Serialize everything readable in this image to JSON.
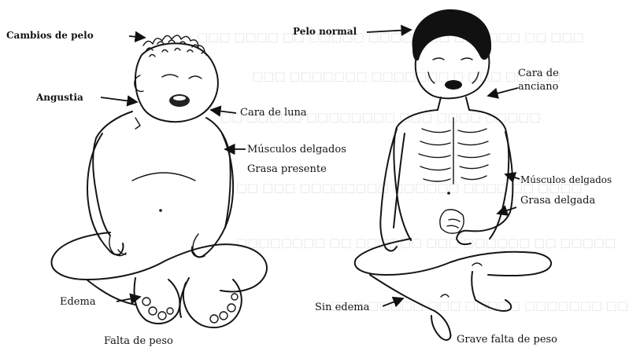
{
  "left_figure": {
    "labels": {
      "hair_change": "Cambios de pelo",
      "distress": "Angustia",
      "moon_face": "Cara de luna",
      "thin_muscles": "Músculos delgados",
      "fat_present": "Grasa presente",
      "edema": "Edema",
      "weight_deficit": "Falta de peso"
    }
  },
  "right_figure": {
    "labels": {
      "normal_hair": "Pelo normal",
      "old_man_face_line1": "Cara de",
      "old_man_face_line2": "anciano",
      "thin_muscles": "Músculos delgados",
      "thin_fat": "Grasa delgada",
      "no_edema": "Sin edema",
      "severe_weight_deficit": "Grave falta de peso"
    }
  }
}
